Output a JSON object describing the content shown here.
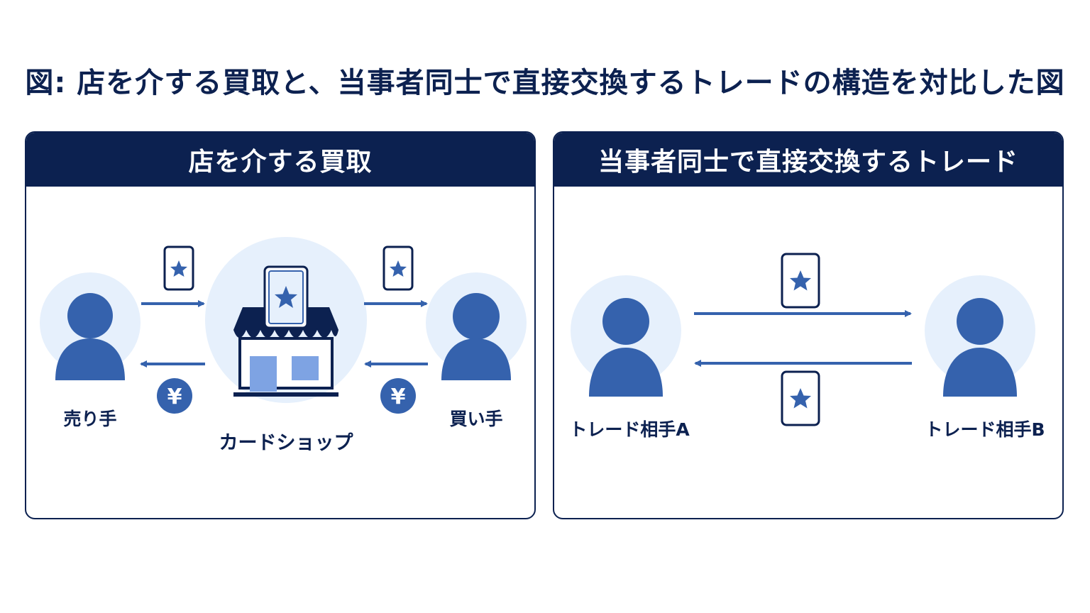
{
  "title": "図: 店を介する買取と、当事者同士で直接交換するトレードの構造を対比した図",
  "left_panel": {
    "header": "店を介する買取",
    "seller_label": "売り手",
    "shop_label": "カードショップ",
    "buyer_label": "買い手",
    "yen_symbol_1": "¥",
    "yen_symbol_2": "¥"
  },
  "right_panel": {
    "header": "当事者同士で直接交換するトレード",
    "partner_a_label": "トレード相手A",
    "partner_b_label": "トレード相手B"
  },
  "colors": {
    "navy": "#0c2150",
    "blue": "#3562ad",
    "light_circle": "#e6f0fc",
    "window_blue": "#7ea3e3"
  },
  "icons": [
    "person-icon",
    "shop-icon",
    "card-icon",
    "star-icon",
    "yen-coin-icon",
    "arrow-icon"
  ]
}
